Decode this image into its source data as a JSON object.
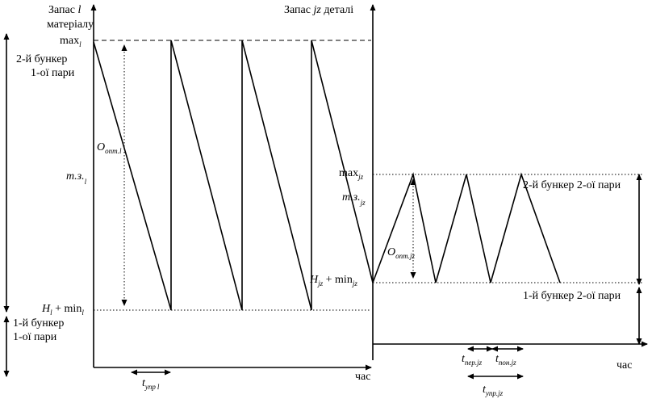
{
  "left": {
    "axis_y": "Запас ",
    "axis_y_var": "l",
    "axis_y2": "матеріалу",
    "axis_x": "час",
    "max": "max",
    "max_sub": "l",
    "opt": "О",
    "opt_sub": "опт.",
    "opt_sub2": "l",
    "ms": "m.з.",
    "ms_sub": "l",
    "hmin": "H",
    "hmin_sub": "l",
    "hmin_mid": " + min",
    "hmin_sub2": "l",
    "t": "t",
    "t_sub": "упр",
    "t_sub2": "l",
    "bunker2": [
      "2-й бункер",
      "1-ої пари"
    ],
    "bunker1": [
      "1-й бункер",
      "1-ої пари"
    ]
  },
  "right": {
    "axis_y": "Запас ",
    "axis_y_var": "jz",
    "axis_y2": " деталі",
    "axis_x": "час",
    "max": "max",
    "max_sub": "jz",
    "ms": "m.з.",
    "ms_sub": "jz",
    "opt": "О",
    "opt_sub": "опт.",
    "opt_sub2": "jz",
    "hmin": "H",
    "hmin_sub": "jz",
    "hmin_mid": " + min",
    "hmin_sub2": "jz",
    "bunker2": "2-й бункер 2-ої пари",
    "bunker1": "1-й бункер 2-ої пари",
    "t_per": "t",
    "t_per_sub": "пер.",
    "t_per_sub2": "jz",
    "t_pon": "t",
    "t_pon_sub": "пон.",
    "t_pon_sub2": "jz",
    "t_upr": "t",
    "t_upr_sub": "упр.",
    "t_upr_sub2": "jz"
  }
}
